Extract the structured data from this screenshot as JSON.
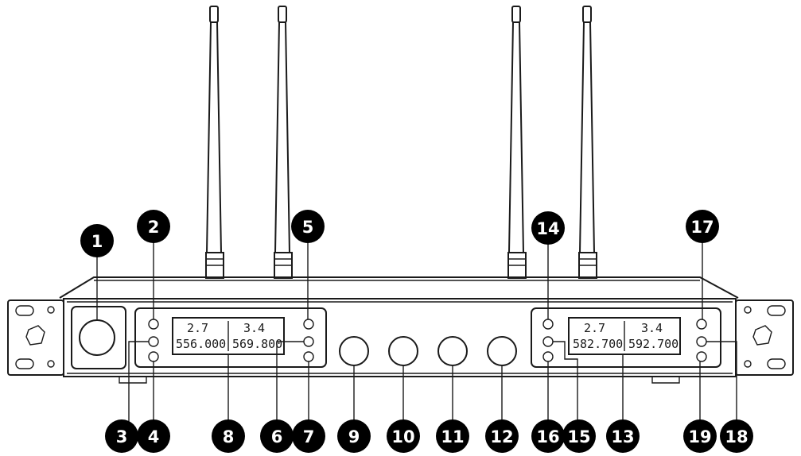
{
  "panels": {
    "left": {
      "ch_a": "2.7",
      "ch_b": "3.4",
      "freq_a": "556.000",
      "freq_b": "569.800"
    },
    "right": {
      "ch_a": "2.7",
      "ch_b": "3.4",
      "freq_a": "582.700",
      "freq_b": "592.700"
    }
  },
  "callouts": [
    "1",
    "2",
    "3",
    "4",
    "5",
    "6",
    "7",
    "8",
    "9",
    "10",
    "11",
    "12",
    "13",
    "14",
    "15",
    "16",
    "17",
    "18",
    "19"
  ]
}
